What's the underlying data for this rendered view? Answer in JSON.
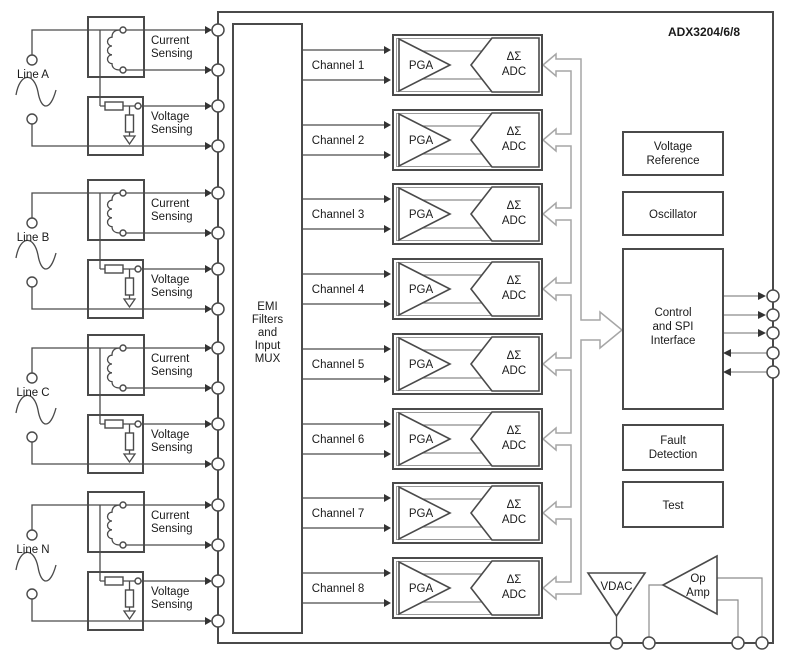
{
  "chip": {
    "title": "ADX3204/6/8"
  },
  "colors": {
    "outline_dark": "#4a4a4a",
    "bus_gray": "#a6a6a6",
    "wire_gray": "#8c8c8c",
    "background": "#ffffff",
    "text": "#1a1a1a"
  },
  "lines": [
    {
      "label": "Line A",
      "current_l1": "Current",
      "current_l2": "Sensing",
      "voltage_l1": "Voltage",
      "voltage_l2": "Sensing"
    },
    {
      "label": "Line B",
      "current_l1": "Current",
      "current_l2": "Sensing",
      "voltage_l1": "Voltage",
      "voltage_l2": "Sensing"
    },
    {
      "label": "Line C",
      "current_l1": "Current",
      "current_l2": "Sensing",
      "voltage_l1": "Voltage",
      "voltage_l2": "Sensing"
    },
    {
      "label": "Line N",
      "current_l1": "Current",
      "current_l2": "Sensing",
      "voltage_l1": "Voltage",
      "voltage_l2": "Sensing"
    }
  ],
  "emi": {
    "l1": "EMI",
    "l2": "Filters",
    "l3": "and",
    "l4": "Input",
    "l5": "MUX"
  },
  "channels": [
    {
      "label": "Channel 1",
      "pga": "PGA",
      "adc_l1": "ΔΣ",
      "adc_l2": "ADC"
    },
    {
      "label": "Channel 2",
      "pga": "PGA",
      "adc_l1": "ΔΣ",
      "adc_l2": "ADC"
    },
    {
      "label": "Channel 3",
      "pga": "PGA",
      "adc_l1": "ΔΣ",
      "adc_l2": "ADC"
    },
    {
      "label": "Channel 4",
      "pga": "PGA",
      "adc_l1": "ΔΣ",
      "adc_l2": "ADC"
    },
    {
      "label": "Channel 5",
      "pga": "PGA",
      "adc_l1": "ΔΣ",
      "adc_l2": "ADC"
    },
    {
      "label": "Channel 6",
      "pga": "PGA",
      "adc_l1": "ΔΣ",
      "adc_l2": "ADC"
    },
    {
      "label": "Channel 7",
      "pga": "PGA",
      "adc_l1": "ΔΣ",
      "adc_l2": "ADC"
    },
    {
      "label": "Channel 8",
      "pga": "PGA",
      "adc_l1": "ΔΣ",
      "adc_l2": "ADC"
    }
  ],
  "blocks": {
    "voltage_reference": {
      "l1": "Voltage",
      "l2": "Reference"
    },
    "oscillator": {
      "l1": "Oscillator"
    },
    "control": {
      "l1": "Control",
      "l2": "and SPI",
      "l3": "Interface"
    },
    "fault": {
      "l1": "Fault",
      "l2": "Detection"
    },
    "test": {
      "l1": "Test"
    },
    "vdac": {
      "l1": "VDAC"
    },
    "opamp": {
      "l1": "Op",
      "l2": "Amp"
    }
  }
}
